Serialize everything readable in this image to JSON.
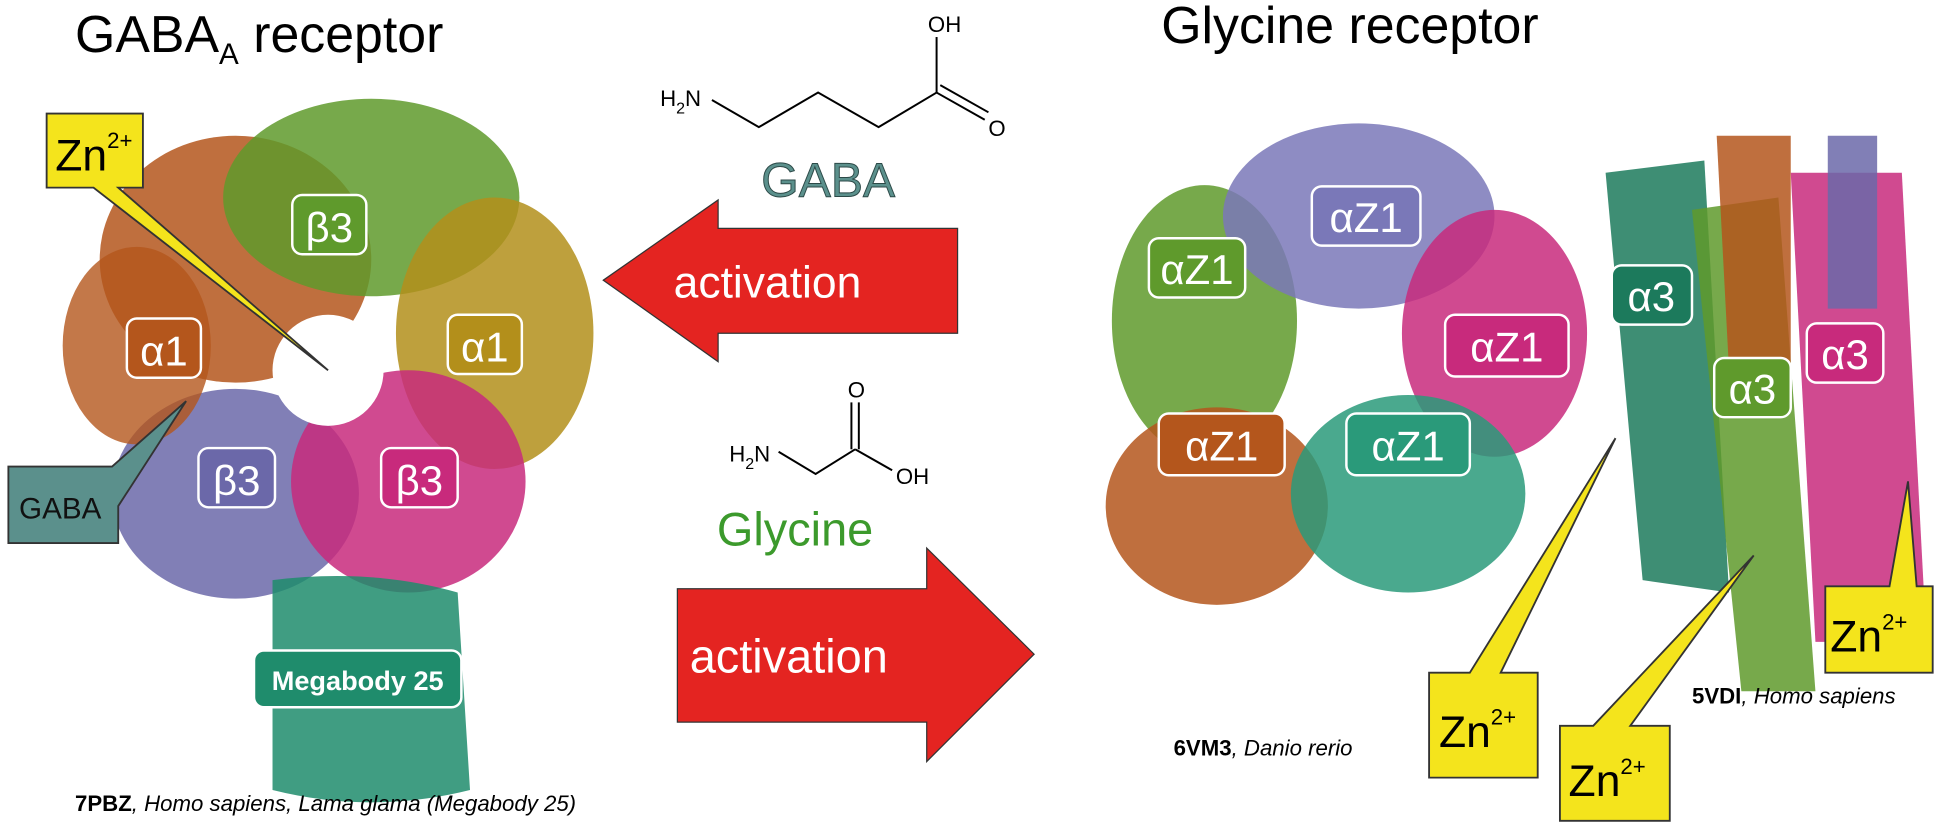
{
  "gaba_panel": {
    "title": "GABA",
    "title_sub": "A",
    "title_rest": " receptor",
    "subunits": [
      {
        "label": "β3",
        "color": "#5f9a2c"
      },
      {
        "label": "α1",
        "color": "#b4561c"
      },
      {
        "label": "α1",
        "color": "#b38f1b"
      },
      {
        "label": "β3",
        "color": "#6b68a9"
      },
      {
        "label": "β3",
        "color": "#c82a7c"
      }
    ],
    "megabody": {
      "label": "Megabody 25",
      "color": "#1f8c6c"
    },
    "gaba_callout": {
      "label": "GABA",
      "color": "#5b908c"
    },
    "zn_callout": {
      "label": "Zn",
      "sup": "2+",
      "color": "#f4e41c"
    },
    "caption": {
      "id": "7PBZ",
      "rest": ", Homo sapiens, Lama glama (Megabody 25)"
    }
  },
  "center": {
    "gaba": {
      "h2n": "H",
      "h2n_sub": "2",
      "n": "N",
      "oh": "OH",
      "o": "O",
      "name": "GABA",
      "color": "#5b908c"
    },
    "arrow_left": {
      "label": "activation",
      "color": "#e42421"
    },
    "glycine": {
      "h2n": "H",
      "h2n_sub": "2",
      "n": "N",
      "oh": "OH",
      "o": "O",
      "name": "Glycine",
      "color": "#3c9a2c"
    },
    "arrow_right": {
      "label": "activation",
      "color": "#e42421"
    }
  },
  "glycine_panel": {
    "title": "Glycine receptor",
    "zebrafish_subunits": [
      {
        "label": "αZ1",
        "color": "#5f9a2c"
      },
      {
        "label": "αZ1",
        "color": "#7a78b8"
      },
      {
        "label": "αZ1",
        "color": "#c82a7c"
      },
      {
        "label": "αZ1",
        "color": "#b4561c"
      },
      {
        "label": "αZ1",
        "color": "#2a9a7a"
      }
    ],
    "human_subunits": [
      {
        "label": "α3",
        "color": "#1c7a5c"
      },
      {
        "label": "α3",
        "color": "#5f9a2c"
      },
      {
        "label": "α3",
        "color": "#c82a7c"
      }
    ],
    "zn_callouts": [
      {
        "label": "Zn",
        "sup": "2+"
      },
      {
        "label": "Zn",
        "sup": "2+"
      },
      {
        "label": "Zn",
        "sup": "2+"
      }
    ],
    "caption_left": {
      "id": "6VM3",
      "rest": ", Danio rerio"
    },
    "caption_right": {
      "id": "5VDI",
      "rest": ", Homo sapiens"
    }
  }
}
